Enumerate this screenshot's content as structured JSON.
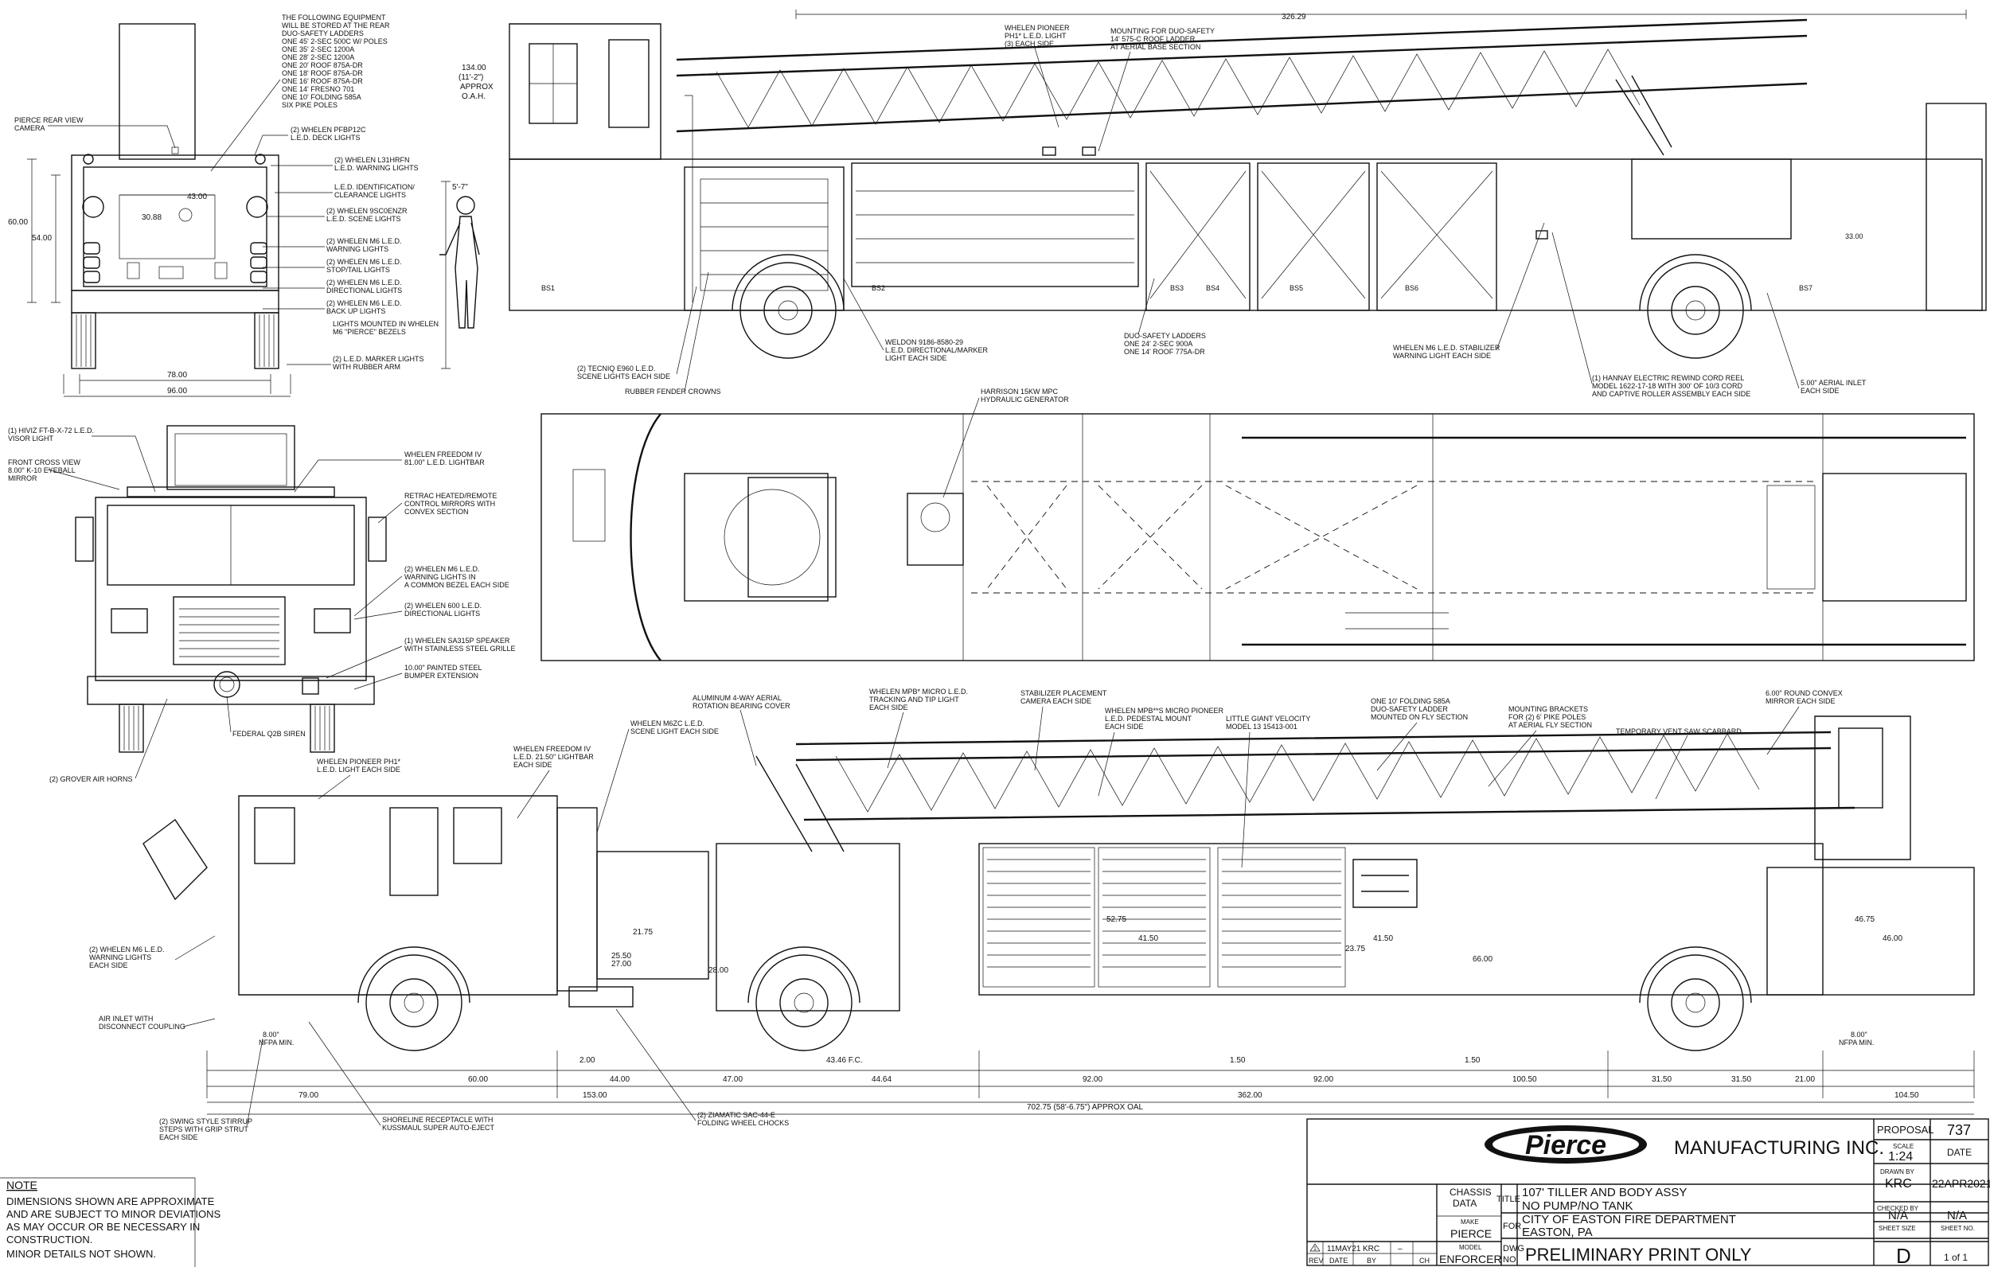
{
  "rear_view": {
    "equipment_note": [
      "THE FOLLOWING EQUIPMENT",
      "WILL BE STORED AT THE REAR",
      "DUO-SAFETY LADDERS",
      "ONE 45' 2-SEC 500C W/ POLES",
      "ONE 35' 2-SEC 1200A",
      "ONE 28' 2-SEC 1200A",
      "ONE 20' ROOF 875A-DR",
      "ONE 18' ROOF 875A-DR",
      "ONE 16' ROOF 875A-DR",
      "ONE 14' FRESNO 701",
      "ONE 10' FOLDING 585A",
      "SIX PIKE POLES"
    ],
    "callouts": [
      [
        "PIERCE REAR VIEW",
        "CAMERA"
      ],
      [
        "(2) WHELEN PFBP12C",
        "L.E.D. DECK LIGHTS"
      ],
      [
        "(2) WHELEN L31HRFN",
        "L.E.D. WARNING LIGHTS"
      ],
      [
        "L.E.D. IDENTIFICATION/",
        "CLEARANCE LIGHTS"
      ],
      [
        "(2) WHELEN 9SC0ENZR",
        "L.E.D. SCENE LIGHTS"
      ],
      [
        "(2) WHELEN M6 L.E.D.",
        "WARNING LIGHTS"
      ],
      [
        "(2) WHELEN M6 L.E.D.",
        "STOP/TAIL LIGHTS"
      ],
      [
        "(2) WHELEN M6 L.E.D.",
        "DIRECTIONAL LIGHTS"
      ],
      [
        "(2) WHELEN M6 L.E.D.",
        "BACK UP LIGHTS"
      ],
      [
        "LIGHTS MOUNTED IN WHELEN",
        "M6 \"PIERCE\" BEZELS"
      ],
      [
        "(2) L.E.D. MARKER LIGHTS",
        "WITH RUBBER ARM"
      ]
    ],
    "dims": {
      "height_total": "60.00",
      "height_body": "54.00",
      "width_inner": "43.00",
      "center": "30.88",
      "width_mid": "78.00",
      "width_overall": "96.00"
    }
  },
  "figure": {
    "height": "5'-7\""
  },
  "top_side": {
    "oah": [
      "134.00",
      "(11'-2\")",
      "APPROX",
      "O.A.H."
    ],
    "overall": "326.29",
    "callouts": [
      [
        "WHELEN PIONEER",
        "PH1* L.E.D. LIGHT",
        "(3) EACH SIDE"
      ],
      [
        "MOUNTING FOR DUO-SAFETY",
        "14' 575-C ROOF LADDER",
        "AT AERIAL BASE SECTION"
      ],
      [
        "(2) TECNIQ E960 L.E.D.",
        "SCENE LIGHTS EACH SIDE"
      ],
      [
        "RUBBER FENDER CROWNS"
      ],
      [
        "WELDON 9186-8580-29",
        "L.E.D. DIRECTIONAL/MARKER",
        "LIGHT EACH SIDE"
      ],
      [
        "DUO-SAFETY LADDERS",
        "ONE 24' 2-SEC 900A",
        "ONE 14' ROOF 775A-DR"
      ],
      [
        "WHELEN M6 L.E.D. STABILIZER",
        "WARNING LIGHT EACH SIDE"
      ],
      [
        "(1) HANNAY ELECTRIC REWIND CORD REEL",
        "MODEL 1622-17-18 WITH 300' OF 10/3 CORD",
        "AND CAPTIVE ROLLER ASSEMBLY EACH SIDE"
      ],
      [
        "5.00\" AERIAL INLET",
        "EACH SIDE"
      ]
    ],
    "compartments": [
      "BS1",
      "BS2",
      "BS3",
      "BS4",
      "BS5",
      "BS6",
      "BS7"
    ],
    "small_dim": "33.00"
  },
  "plan_view": {
    "callouts": [
      [
        "HARRISON 15KW MPC",
        "HYDRAULIC GENERATOR"
      ]
    ]
  },
  "front_view": {
    "callouts": [
      [
        "(1) HIVIZ FT-B-X-72 L.E.D.",
        "VISOR LIGHT"
      ],
      [
        "FRONT CROSS VIEW",
        "8.00\" K-10 EYEBALL",
        "MIRROR"
      ],
      [
        "WHELEN FREEDOM IV",
        "81.00\" L.E.D. LIGHTBAR"
      ],
      [
        "RETRAC HEATED/REMOTE",
        "CONTROL MIRRORS WITH",
        "CONVEX SECTION"
      ],
      [
        "(2) WHELEN M6 L.E.D.",
        "WARNING LIGHTS IN",
        "A COMMON BEZEL EACH SIDE"
      ],
      [
        "(2) WHELEN 600 L.E.D.",
        "DIRECTIONAL LIGHTS"
      ],
      [
        "(1) WHELEN SA315P SPEAKER",
        "WITH STAINLESS STEEL GRILLE"
      ],
      [
        "10.00\" PAINTED STEEL",
        "BUMPER EXTENSION"
      ],
      [
        "FEDERAL Q2B SIREN"
      ],
      [
        "(2) GROVER AIR HORNS"
      ]
    ]
  },
  "bottom_side": {
    "callouts": [
      [
        "ALUMINUM 4-WAY AERIAL",
        "ROTATION BEARING COVER"
      ],
      [
        "WHELEN MPB* MICRO L.E.D.",
        "TRACKING AND TIP LIGHT",
        "EACH SIDE"
      ],
      [
        "STABILIZER PLACEMENT",
        "CAMERA EACH SIDE"
      ],
      [
        "WHELEN MPB**S MICRO PIONEER",
        "L.E.D. PEDESTAL MOUNT",
        "EACH SIDE"
      ],
      [
        "LITTLE GIANT VELOCITY",
        "MODEL 13 15413-001"
      ],
      [
        "ONE 10' FOLDING 585A",
        "DUO-SAFETY LADDER",
        "MOUNTED ON FLY SECTION"
      ],
      [
        "MOUNTING BRACKETS",
        "FOR (2) 6' PIKE POLES",
        "AT AERIAL FLY SECTION"
      ],
      [
        "TEMPORARY VENT SAW SCABBARD"
      ],
      [
        "6.00\" ROUND CONVEX",
        "MIRROR EACH SIDE"
      ],
      [
        "WHELEN M6ZC L.E.D.",
        "SCENE LIGHT EACH SIDE"
      ],
      [
        "WHELEN FREEDOM IV",
        "L.E.D. 21.50\" LIGHTBAR",
        "EACH SIDE"
      ],
      [
        "WHELEN PIONEER PH1*",
        "L.E.D. LIGHT EACH SIDE"
      ],
      [
        "(2) WHELEN M6 L.E.D.",
        "WARNING LIGHTS",
        "EACH SIDE"
      ],
      [
        "AIR INLET WITH",
        "DISCONNECT COUPLING"
      ],
      [
        "(2) SWING STYLE STIRRUP",
        "STEPS WITH GRIP STRUT",
        "EACH SIDE"
      ],
      [
        "SHORELINE RECEPTACLE WITH",
        "KUSSMAUL SUPER AUTO-EJECT"
      ],
      [
        "(2) ZIAMATIC SAC-44-E",
        "FOLDING WHEEL CHOCKS"
      ]
    ],
    "nfpa": [
      "8.00\"",
      "NFPA MIN."
    ],
    "inner_dims": [
      "52.75",
      "41.50",
      "23.75",
      "41.50",
      "66.00",
      "46.75",
      "46.00",
      "25.50",
      "27.00",
      "21.75",
      "28.00"
    ],
    "dims_row1": [
      "2.00",
      "43.46 F.C.",
      "1.50",
      "1.50"
    ],
    "dims_row2": [
      "60.00",
      "44.00",
      "47.00",
      "44.64",
      "92.00",
      "92.00",
      "100.50",
      "31.50",
      "31.50",
      "21.00"
    ],
    "dims_row3": [
      "79.00",
      "153.00",
      "362.00",
      "104.50"
    ],
    "overall": "702.75 (58'-6.75\") APPROX OAL"
  },
  "note": {
    "title": "NOTE",
    "lines": [
      "DIMENSIONS SHOWN ARE APPROXIMATE",
      "AND ARE SUBJECT TO MINOR DEVIATIONS",
      "AS MAY OCCUR OR BE NECESSARY IN",
      "CONSTRUCTION.",
      "MINOR DETAILS NOT SHOWN."
    ]
  },
  "title_block": {
    "logo": "Pierce",
    "company": "MANUFACTURING INC.",
    "proposal_label": "PROPOSAL",
    "proposal": "737",
    "scale_label": "SCALE",
    "scale": "1:24",
    "date_label": "DATE",
    "drawn_label": "DRAWN BY",
    "drawn": "KRC",
    "date": "22APR2021",
    "checked_label": "CHECKED BY",
    "checked": "N/A",
    "checked_date": "N/A",
    "sheet_size_label": "SHEET SIZE",
    "sheet_size": "D",
    "sheet_no_label": "SHEET NO.",
    "sheet_no": "1 of 1",
    "chassis_label": [
      "CHASSIS",
      "DATA"
    ],
    "make_label": "MAKE",
    "make": "PIERCE",
    "model_label": "MODEL",
    "model": "ENFORCER",
    "title_label": "TITLE",
    "title": [
      "107' TILLER AND BODY ASSY",
      "NO PUMP/NO TANK"
    ],
    "for_label": "FOR",
    "for": [
      "CITY OF EASTON FIRE DEPARTMENT",
      "EASTON, PA"
    ],
    "dwg_label": [
      "DWG",
      "NO."
    ],
    "dwg": "PRELIMINARY PRINT ONLY",
    "rev_headers": [
      "REV",
      "DATE",
      "BY",
      "CH"
    ],
    "rev_row": [
      "1",
      "11MAY21",
      "KRC",
      "–"
    ]
  },
  "colors": {
    "ink": "#111111",
    "paper": "#ffffff"
  }
}
